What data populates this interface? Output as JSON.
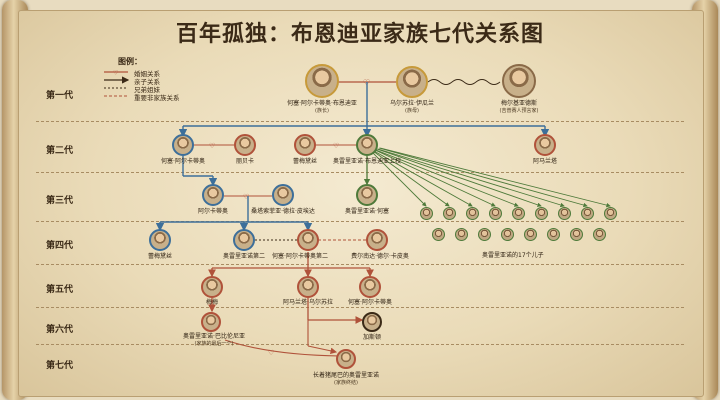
{
  "title": "百年孤独：布恩迪亚家族七代关系图",
  "legend": {
    "title": "图例：",
    "items": [
      "婚姻关系",
      "亲子关系",
      "兄弟姐妹",
      "重要非家族关系"
    ]
  },
  "generations": [
    "第一代",
    "第二代",
    "第三代",
    "第四代",
    "第五代",
    "第六代",
    "第七代"
  ],
  "people": {
    "jose_arcadio": {
      "name": "何塞·阿尔卡蒂奥·布恩迪亚",
      "note": "(族长)"
    },
    "ursula": {
      "name": "乌尔苏拉·伊瓜兰",
      "note": "(族母)"
    },
    "melquiades": {
      "name": "梅尔基亚德斯",
      "note": "(吉普赛人预言家)"
    },
    "gen2_jose": {
      "name": "何塞·阿尔卡蒂奥",
      "note": ""
    },
    "rebeca": {
      "name": "丽贝卡",
      "note": ""
    },
    "amaranta": {
      "name": "阿马兰塔",
      "note": ""
    },
    "colonel": {
      "name": "奥雷里亚诺·布恩迪亚上校",
      "note": ""
    },
    "remedios_moscote": {
      "name": "蕾梅黛丝",
      "note": ""
    },
    "arcadio": {
      "name": "阿尔卡蒂奥",
      "note": ""
    },
    "santa_sofia": {
      "name": "桑塔索菲亚·德拉·皮埃达",
      "note": ""
    },
    "aureliano_jose": {
      "name": "奥雷里亚诺·何塞",
      "note": ""
    },
    "remedios_beauty": {
      "name": "蕾梅黛丝",
      "note": ""
    },
    "aureliano_segundo": {
      "name": "奥雷里亚诺第二",
      "note": ""
    },
    "jose_arcadio_segundo": {
      "name": "何塞·阿尔卡蒂奥第二",
      "note": ""
    },
    "fernanda": {
      "name": "费尔南达·德尔·卡皮奥",
      "note": ""
    },
    "meme": {
      "name": "梅梅",
      "note": ""
    },
    "amaranta_ursula": {
      "name": "阿马兰塔·乌尔苏拉",
      "note": ""
    },
    "jose_arcadio_gen5": {
      "name": "何塞·阿尔卡蒂奥",
      "note": ""
    },
    "aureliano_babilonia": {
      "name": "奥雷里亚诺·巴比伦尼亚",
      "note": "(家族的最后一个)"
    },
    "gaston": {
      "name": "加斯顿",
      "note": ""
    },
    "last_aureliano": {
      "name": "长着猪尾巴的奥雷里亚诺",
      "note": "(家族终结)"
    }
  },
  "sons_label": "奥雷里亚诺的17个儿子",
  "colors": {
    "ink": "#3b2a17",
    "blue": "#3d6f9a",
    "green": "#4e7a3a",
    "red": "#b0523a",
    "gold": "#c79a3a"
  }
}
